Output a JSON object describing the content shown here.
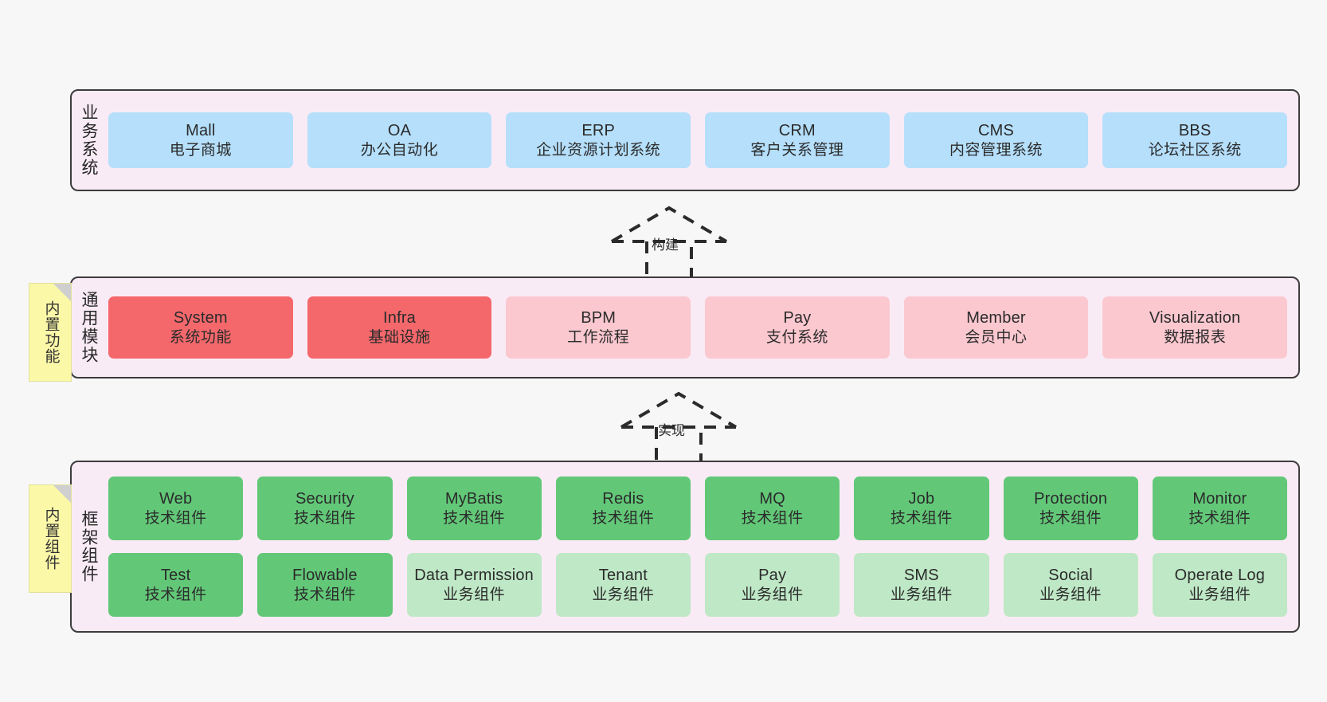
{
  "theme": {
    "background": "#f7f7f7",
    "layer_fill": "#f9ebf5",
    "layer_border": "#3c3c3c",
    "blue": "#b5dffb",
    "red_strong": "#f4686c",
    "red_soft": "#fbc8cf",
    "green_strong": "#62c878",
    "green_soft": "#bfe8c6",
    "sticky_yellow": "#fbf8a8",
    "sticky_fold": "#cfcfcf"
  },
  "layers": {
    "business": {
      "title": "业务系统",
      "nodes": [
        {
          "en": "Mall",
          "cn": "电子商城"
        },
        {
          "en": "OA",
          "cn": "办公自动化"
        },
        {
          "en": "ERP",
          "cn": "企业资源计划系统"
        },
        {
          "en": "CRM",
          "cn": "客户关系管理"
        },
        {
          "en": "CMS",
          "cn": "内容管理系统"
        },
        {
          "en": "BBS",
          "cn": "论坛社区系统"
        }
      ]
    },
    "modules": {
      "title": "通用模块",
      "sticky": "内置功能",
      "nodes": [
        {
          "en": "System",
          "cn": "系统功能",
          "tone": "strong"
        },
        {
          "en": "Infra",
          "cn": "基础设施",
          "tone": "strong"
        },
        {
          "en": "BPM",
          "cn": "工作流程",
          "tone": "soft"
        },
        {
          "en": "Pay",
          "cn": "支付系统",
          "tone": "soft"
        },
        {
          "en": "Member",
          "cn": "会员中心",
          "tone": "soft"
        },
        {
          "en": "Visualization",
          "cn": "数据报表",
          "tone": "soft"
        }
      ]
    },
    "framework": {
      "title": "框架组件",
      "sticky": "内置组件",
      "row1": [
        {
          "en": "Web",
          "cn": "技术组件",
          "tone": "strong"
        },
        {
          "en": "Security",
          "cn": "技术组件",
          "tone": "strong"
        },
        {
          "en": "MyBatis",
          "cn": "技术组件",
          "tone": "strong"
        },
        {
          "en": "Redis",
          "cn": "技术组件",
          "tone": "strong"
        },
        {
          "en": "MQ",
          "cn": "技术组件",
          "tone": "strong"
        },
        {
          "en": "Job",
          "cn": "技术组件",
          "tone": "strong"
        },
        {
          "en": "Protection",
          "cn": "技术组件",
          "tone": "strong"
        },
        {
          "en": "Monitor",
          "cn": "技术组件",
          "tone": "strong"
        }
      ],
      "row2": [
        {
          "en": "Test",
          "cn": "技术组件",
          "tone": "strong"
        },
        {
          "en": "Flowable",
          "cn": "技术组件",
          "tone": "strong"
        },
        {
          "en": "Data Permission",
          "cn": "业务组件",
          "tone": "soft"
        },
        {
          "en": "Tenant",
          "cn": "业务组件",
          "tone": "soft"
        },
        {
          "en": "Pay",
          "cn": "业务组件",
          "tone": "soft"
        },
        {
          "en": "SMS",
          "cn": "业务组件",
          "tone": "soft"
        },
        {
          "en": "Social",
          "cn": "业务组件",
          "tone": "soft"
        },
        {
          "en": "Operate Log",
          "cn": "业务组件",
          "tone": "soft"
        }
      ]
    }
  },
  "connectors": {
    "build": {
      "label": "构建"
    },
    "implement": {
      "label": "实现"
    }
  }
}
